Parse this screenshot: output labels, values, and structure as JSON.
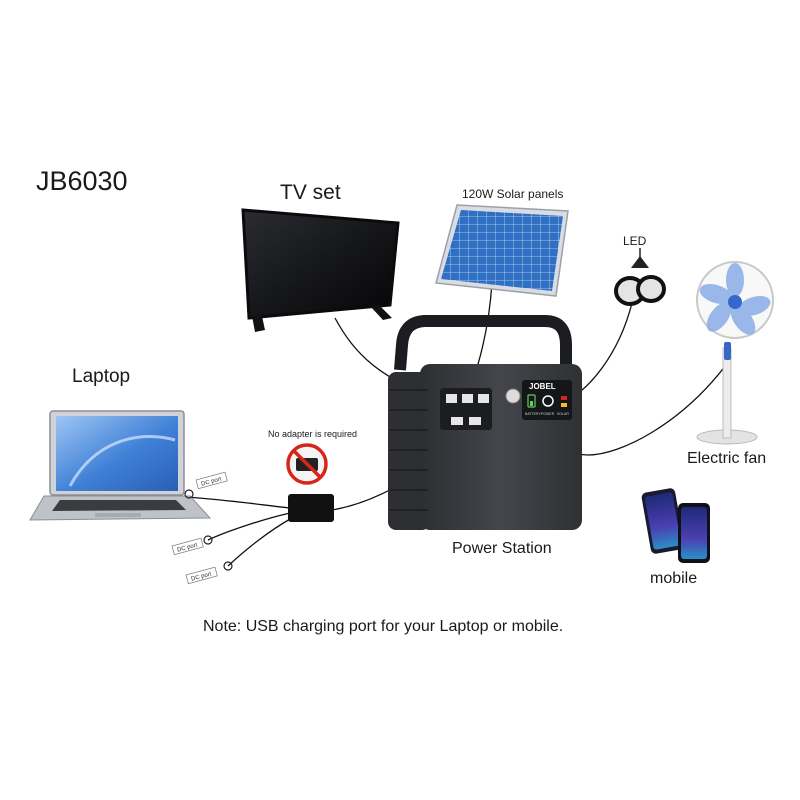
{
  "diagram": {
    "model": "JB6030",
    "tv_label": "TV set",
    "solar_label": "120W Solar panels",
    "led_label": "LED",
    "laptop_label": "Laptop",
    "adapter_label": "No adapter is required",
    "fan_label": "Electric fan",
    "station_label": "Power Station",
    "mobile_label": "mobile",
    "note": "Note: USB charging port for your Laptop or mobile.",
    "brand": "JOBEL",
    "port_tag": "DC port",
    "indicator_labels": [
      "BATTERY",
      "POWER",
      "SOLAR"
    ]
  },
  "colors": {
    "station_body": "#3b3d42",
    "station_dark": "#1c1d20",
    "cable": "#111111",
    "solar_cell": "#2f6fc4",
    "screen": "#3f80d6",
    "prohibit_red": "#d8251b",
    "fan_blade": "#8fb0e8"
  }
}
